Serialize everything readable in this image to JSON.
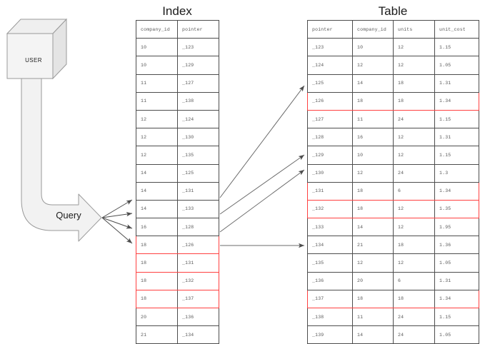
{
  "diagram": {
    "user_node": {
      "label": "USER",
      "shape": "cube-3d"
    },
    "query_arrow": {
      "label": "Query",
      "shape": "bent-block-arrow"
    },
    "highlight_color": "#ff4040",
    "node_fill": "#f2f2f2",
    "node_stroke": "#999999",
    "connector_stroke": "#595959"
  },
  "index": {
    "title": "Index",
    "columns": [
      "company_id",
      "pointer"
    ],
    "rows": [
      {
        "company_id": "10",
        "pointer": "_123",
        "highlight": false
      },
      {
        "company_id": "10",
        "pointer": "_129",
        "highlight": false
      },
      {
        "company_id": "11",
        "pointer": "_127",
        "highlight": false
      },
      {
        "company_id": "11",
        "pointer": "_138",
        "highlight": false
      },
      {
        "company_id": "12",
        "pointer": "_124",
        "highlight": false
      },
      {
        "company_id": "12",
        "pointer": "_130",
        "highlight": false
      },
      {
        "company_id": "12",
        "pointer": "_135",
        "highlight": false
      },
      {
        "company_id": "14",
        "pointer": "_125",
        "highlight": false
      },
      {
        "company_id": "14",
        "pointer": "_131",
        "highlight": false
      },
      {
        "company_id": "14",
        "pointer": "_133",
        "highlight": false
      },
      {
        "company_id": "16",
        "pointer": "_128",
        "highlight": false
      },
      {
        "company_id": "18",
        "pointer": "_126",
        "highlight": true
      },
      {
        "company_id": "18",
        "pointer": "_131",
        "highlight": true
      },
      {
        "company_id": "18",
        "pointer": "_132",
        "highlight": true
      },
      {
        "company_id": "18",
        "pointer": "_137",
        "highlight": true
      },
      {
        "company_id": "20",
        "pointer": "_136",
        "highlight": false
      },
      {
        "company_id": "21",
        "pointer": "_134",
        "highlight": false
      }
    ]
  },
  "table": {
    "title": "Table",
    "columns": [
      "pointer",
      "company_id",
      "units",
      "unit_cost"
    ],
    "rows": [
      {
        "pointer": "_123",
        "company_id": "10",
        "units": "12",
        "unit_cost": "1.15",
        "highlight": false
      },
      {
        "pointer": "_124",
        "company_id": "12",
        "units": "12",
        "unit_cost": "1.05",
        "highlight": false
      },
      {
        "pointer": "_125",
        "company_id": "14",
        "units": "18",
        "unit_cost": "1.31",
        "highlight": false
      },
      {
        "pointer": "_126",
        "company_id": "18",
        "units": "18",
        "unit_cost": "1.34",
        "highlight": true
      },
      {
        "pointer": "_127",
        "company_id": "11",
        "units": "24",
        "unit_cost": "1.15",
        "highlight": false
      },
      {
        "pointer": "_128",
        "company_id": "16",
        "units": "12",
        "unit_cost": "1.31",
        "highlight": false
      },
      {
        "pointer": "_129",
        "company_id": "10",
        "units": "12",
        "unit_cost": "1.15",
        "highlight": false
      },
      {
        "pointer": "_130",
        "company_id": "12",
        "units": "24",
        "unit_cost": "1.3",
        "highlight": false
      },
      {
        "pointer": "_131",
        "company_id": "18",
        "units": "6",
        "unit_cost": "1.34",
        "highlight": true
      },
      {
        "pointer": "_132",
        "company_id": "18",
        "units": "12",
        "unit_cost": "1.35",
        "highlight": true
      },
      {
        "pointer": "_133",
        "company_id": "14",
        "units": "12",
        "unit_cost": "1.95",
        "highlight": false
      },
      {
        "pointer": "_134",
        "company_id": "21",
        "units": "18",
        "unit_cost": "1.36",
        "highlight": false
      },
      {
        "pointer": "_135",
        "company_id": "12",
        "units": "12",
        "unit_cost": "1.05",
        "highlight": false
      },
      {
        "pointer": "_136",
        "company_id": "20",
        "units": "6",
        "unit_cost": "1.31",
        "highlight": false
      },
      {
        "pointer": "_137",
        "company_id": "18",
        "units": "18",
        "unit_cost": "1.34",
        "highlight": true
      },
      {
        "pointer": "_138",
        "company_id": "11",
        "units": "24",
        "unit_cost": "1.15",
        "highlight": false
      },
      {
        "pointer": "_139",
        "company_id": "14",
        "units": "24",
        "unit_cost": "1.05",
        "highlight": false
      }
    ]
  }
}
